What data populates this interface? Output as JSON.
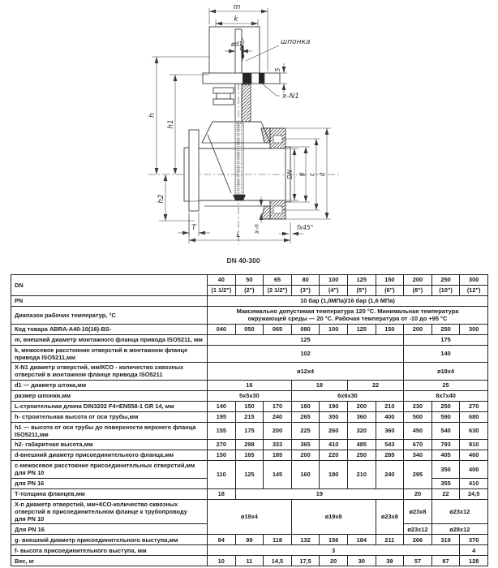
{
  "drawing": {
    "caption": "DN 40-300",
    "labels": {
      "m": "m",
      "k": "k",
      "d1": "ød1",
      "key": "шпонка",
      "five": "5",
      "xn1": "x-N1",
      "h": "h",
      "h1": "h1",
      "h2": "h2",
      "dn": "DN",
      "g": "g",
      "c": "c",
      "d": "d",
      "t": "T",
      "l": "L",
      "xn": "x-n",
      "chamfer": "fx45°"
    }
  },
  "table": {
    "rows": [
      [
        {
          "t": "DN",
          "l": 1,
          "r": 2
        },
        {
          "t": "40"
        },
        {
          "t": "50"
        },
        {
          "t": "65"
        },
        {
          "t": "80"
        },
        {
          "t": "100"
        },
        {
          "t": "125"
        },
        {
          "t": "150"
        },
        {
          "t": "200"
        },
        {
          "t": "250"
        },
        {
          "t": "300"
        }
      ],
      [
        {
          "t": "(1 1/2\")"
        },
        {
          "t": "(2\")"
        },
        {
          "t": "(2 1/2\")"
        },
        {
          "t": "(3\")"
        },
        {
          "t": "(4\")"
        },
        {
          "t": "(5\")"
        },
        {
          "t": "(6\")"
        },
        {
          "t": "(8\")"
        },
        {
          "t": "(10\")"
        },
        {
          "t": "(12\")"
        }
      ],
      [
        {
          "t": "PN",
          "l": 1
        },
        {
          "t": "10 бар (1,0МПа)/16 бар (1,6 МПа)",
          "c": 10
        }
      ],
      [
        {
          "t": "Диапазон рабочих температур, °C",
          "l": 1
        },
        {
          "t": "Максимально допустимая температура 120 °C. Минимальная температура\nокружающей среды — 20 °C.  Рабочая температура от -10 до +95 °C",
          "c": 10
        }
      ],
      [
        {
          "t": "Код товара ABRA-A40-10(16)-BS-",
          "l": 1
        },
        {
          "t": "040"
        },
        {
          "t": "050"
        },
        {
          "t": "065"
        },
        {
          "t": "080"
        },
        {
          "t": "100"
        },
        {
          "t": "125"
        },
        {
          "t": "150"
        },
        {
          "t": "200"
        },
        {
          "t": "250"
        },
        {
          "t": "300"
        }
      ],
      [
        {
          "t": "m, внешний диаметр монтажного фланца привода ISO5211, мм",
          "l": 1
        },
        {
          "t": "125",
          "c": 7
        },
        {
          "t": "175",
          "c": 3
        }
      ],
      [
        {
          "t": "k, межосевое расстояние отверстий в монтажном фланце\nпривода ISO5211,мм",
          "l": 1
        },
        {
          "t": "102",
          "c": 7
        },
        {
          "t": "140",
          "c": 3
        }
      ],
      [
        {
          "t": "X-N1 диаметр отверстий, мм/КСО - количество сквозных\nотверстий в монтажном фланце привода ISO5211",
          "l": 1
        },
        {
          "t": "ø12x4",
          "c": 7
        },
        {
          "t": "ø18x4",
          "c": 3
        }
      ],
      [
        {
          "t": "d1 — диаметр штока,мм",
          "l": 1
        },
        {
          "t": "16",
          "c": 3
        },
        {
          "t": "18",
          "c": 2
        },
        {
          "t": "22",
          "c": 2
        },
        {
          "t": "25",
          "c": 3
        }
      ],
      [
        {
          "t": "размер шпонки,мм",
          "l": 1
        },
        {
          "t": "5x5x30",
          "c": 3
        },
        {
          "t": "6x6x30",
          "c": 4
        },
        {
          "t": "8x7x40",
          "c": 3
        }
      ],
      [
        {
          "t": "L-строительная длина DIN3202 F4=EN558-1 GR 14, мм",
          "l": 1
        },
        {
          "t": "140"
        },
        {
          "t": "150"
        },
        {
          "t": "170"
        },
        {
          "t": "180"
        },
        {
          "t": "190"
        },
        {
          "t": "200"
        },
        {
          "t": "210"
        },
        {
          "t": "230"
        },
        {
          "t": "250"
        },
        {
          "t": "270"
        }
      ],
      [
        {
          "t": "h- строительная высота от оси трубы,мм",
          "l": 1
        },
        {
          "t": "195"
        },
        {
          "t": "215"
        },
        {
          "t": "240"
        },
        {
          "t": "265"
        },
        {
          "t": "300"
        },
        {
          "t": "360"
        },
        {
          "t": "400"
        },
        {
          "t": "500"
        },
        {
          "t": "590"
        },
        {
          "t": "680"
        }
      ],
      [
        {
          "t": "h1 — высота от оси трубы до поверхности верхнего фланца\nISO5211,мм",
          "l": 1
        },
        {
          "t": "155"
        },
        {
          "t": "175"
        },
        {
          "t": "200"
        },
        {
          "t": "225"
        },
        {
          "t": "260"
        },
        {
          "t": "320"
        },
        {
          "t": "360"
        },
        {
          "t": "450"
        },
        {
          "t": "540"
        },
        {
          "t": "630"
        }
      ],
      [
        {
          "t": "h2- габаритная высота,мм",
          "l": 1
        },
        {
          "t": "270"
        },
        {
          "t": "298"
        },
        {
          "t": "333"
        },
        {
          "t": "365"
        },
        {
          "t": "410"
        },
        {
          "t": "485"
        },
        {
          "t": "543"
        },
        {
          "t": "670"
        },
        {
          "t": "793"
        },
        {
          "t": "910"
        }
      ],
      [
        {
          "t": "d-внешний диаметр присоединительного фланца,мм",
          "l": 1
        },
        {
          "t": "150"
        },
        {
          "t": "165"
        },
        {
          "t": "185"
        },
        {
          "t": "200"
        },
        {
          "t": "220"
        },
        {
          "t": "250"
        },
        {
          "t": "285"
        },
        {
          "t": "340"
        },
        {
          "t": "405"
        },
        {
          "t": "460"
        }
      ],
      [
        {
          "t": "с-межосевое расстояние присоединительных отверстий,мм\nдля PN 10",
          "l": 1
        },
        {
          "t": "110",
          "r": 2
        },
        {
          "t": "125",
          "r": 2
        },
        {
          "t": "145",
          "r": 2
        },
        {
          "t": "160",
          "r": 2
        },
        {
          "t": "180",
          "r": 2
        },
        {
          "t": "210",
          "r": 2
        },
        {
          "t": "240",
          "r": 2
        },
        {
          "t": "295",
          "r": 2
        },
        {
          "t": "350"
        },
        {
          "t": "400"
        }
      ],
      [
        {
          "t": "для PN 16",
          "l": 1
        },
        {
          "t": "355"
        },
        {
          "t": "410"
        }
      ],
      [
        {
          "t": "Т-толщина фланцев,мм",
          "l": 1
        },
        {
          "t": "18"
        },
        {
          "t": "19",
          "c": 6
        },
        {
          "t": "20"
        },
        {
          "t": "22"
        },
        {
          "t": "24,5"
        }
      ],
      [
        {
          "t": "Х-п диаметр отверстий, мм+КСО-количество сквозных\nотверстий в присоединительном фланце к трубопроводу\nдля PN 10",
          "l": 1
        },
        {
          "t": "ø19x4",
          "c": 3,
          "r": 2
        },
        {
          "t": "ø19x8",
          "c": 3,
          "r": 2
        },
        {
          "t": "ø23x8",
          "r": 2
        },
        {
          "t": "ø23x8"
        },
        {
          "t": "ø23x12",
          "c": 2
        }
      ],
      [
        {
          "t": "Для PN 16",
          "l": 1
        },
        {
          "t": "ø23x12"
        },
        {
          "t": "ø28x12",
          "c": 2
        }
      ],
      [
        {
          "t": "g- внешний диаметр присоединительного выступа,мм",
          "l": 1
        },
        {
          "t": "84"
        },
        {
          "t": "99"
        },
        {
          "t": "118"
        },
        {
          "t": "132"
        },
        {
          "t": "156"
        },
        {
          "t": "184"
        },
        {
          "t": "211"
        },
        {
          "t": "266"
        },
        {
          "t": "319"
        },
        {
          "t": "370"
        }
      ],
      [
        {
          "t": "f- высота присоединительного выступа, мм",
          "l": 1
        },
        {
          "t": "3",
          "c": 9
        },
        {
          "t": "4"
        }
      ],
      [
        {
          "t": "Вес, кг",
          "l": 1
        },
        {
          "t": "10"
        },
        {
          "t": "11"
        },
        {
          "t": "14,5"
        },
        {
          "t": "17,5"
        },
        {
          "t": "20"
        },
        {
          "t": "30"
        },
        {
          "t": "39"
        },
        {
          "t": "57"
        },
        {
          "t": "87"
        },
        {
          "t": "128"
        }
      ]
    ]
  }
}
